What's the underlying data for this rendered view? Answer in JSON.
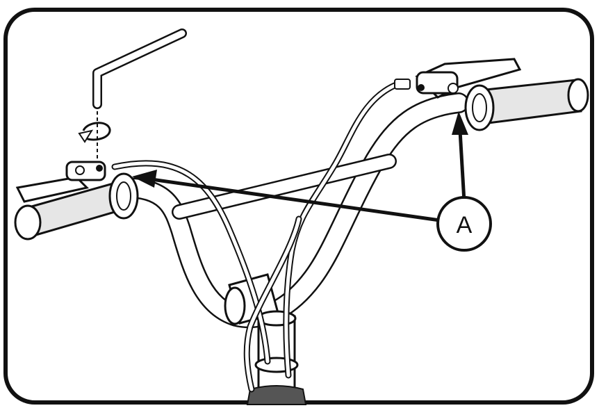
{
  "figure": {
    "callout": {
      "label": "A",
      "targets": [
        "left-brake-lever-mount",
        "right-brake-lever-mount"
      ]
    },
    "rotation_arrow": "rotate-icon",
    "tool": "hex-key-icon",
    "colors": {
      "line": "#111111",
      "frame": "#111111",
      "fill": "#ffffff",
      "grip_shade": "#e6e6e6"
    }
  }
}
